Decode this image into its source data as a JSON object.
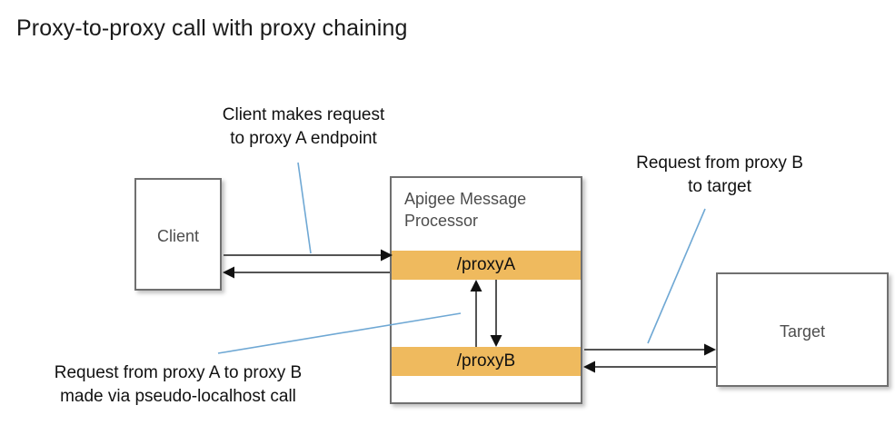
{
  "title": "Proxy-to-proxy call with proxy chaining",
  "nodes": {
    "client": {
      "label": "Client"
    },
    "target": {
      "label": "Target"
    },
    "apigee": {
      "label": "Apigee Message Processor",
      "bands": [
        {
          "label": "/proxyA"
        },
        {
          "label": "/proxyB"
        }
      ]
    }
  },
  "annotations": {
    "client_request": {
      "line1": "Client makes request",
      "line2": "to proxy A endpoint"
    },
    "proxyb_to_target": {
      "line1": "Request from proxy B",
      "line2": "to target"
    },
    "proxy_chaining": {
      "line1": "Request from proxy A to proxy B",
      "line2": "made via pseudo-localhost call"
    }
  },
  "colors": {
    "band": "#efba5e",
    "box_border": "#707070",
    "node_text": "#4d4d4d",
    "leader_line": "#6fa8d4",
    "connector": "#545454",
    "title_text": "#1a1a1a"
  }
}
